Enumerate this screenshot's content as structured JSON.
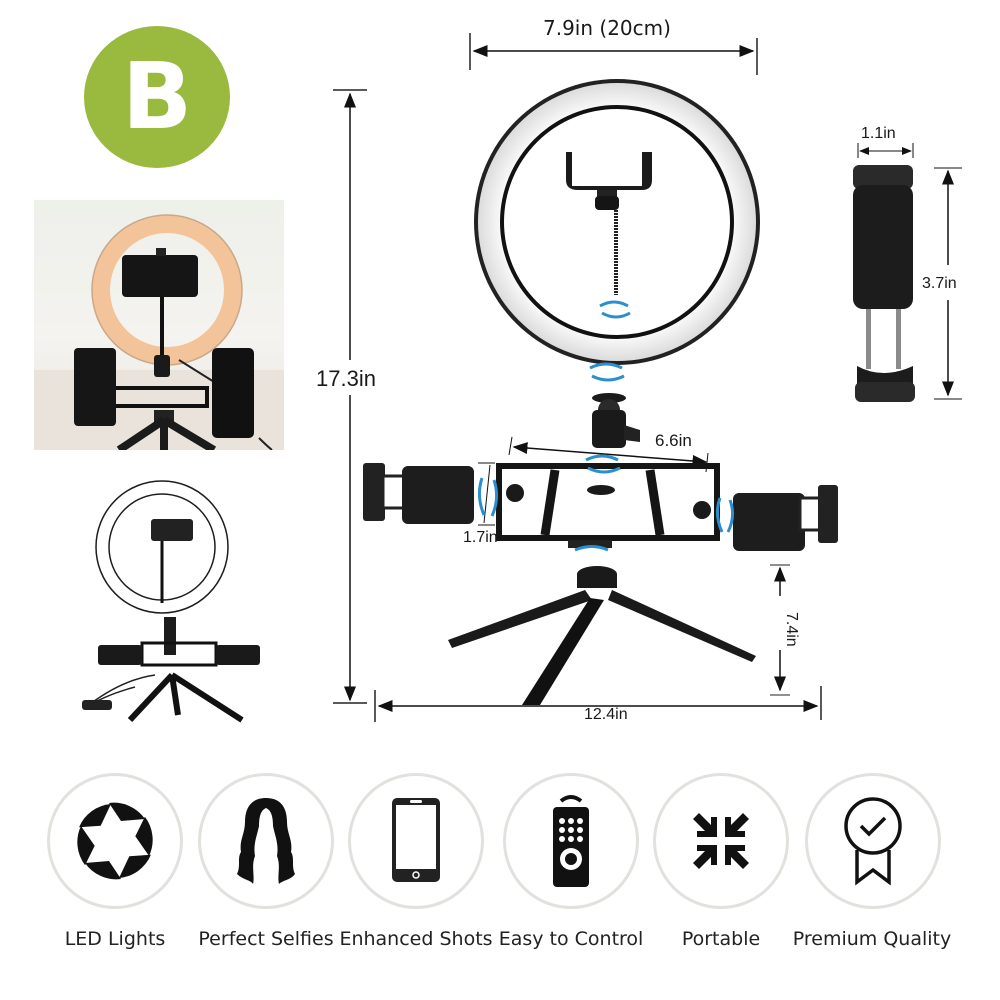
{
  "badge": {
    "letter": "B",
    "color": "#9ab93f"
  },
  "dimensions": {
    "ring_diameter": "7.9in (20cm)",
    "total_height": "17.3in",
    "clip_width": "1.1in",
    "clip_height": "3.7in",
    "bracket_width": "6.6in",
    "bracket_height": "1.7in",
    "tripod_height": "7.4in",
    "base_width": "12.4in"
  },
  "colors": {
    "rotate_arrow": "#2a8fd0",
    "ring_glow_warm": "#f5c79a",
    "icon_circle_border": "#e2e1de"
  },
  "features": [
    {
      "icon": "camera-shutter-icon",
      "label": "LED Lights"
    },
    {
      "icon": "hair-silhouette-icon",
      "label": "Perfect Selfies"
    },
    {
      "icon": "smartphone-icon",
      "label": "Enhanced Shots"
    },
    {
      "icon": "remote-control-icon",
      "label": "Easy to Control"
    },
    {
      "icon": "compress-arrows-icon",
      "label": "Portable"
    },
    {
      "icon": "award-ribbon-icon",
      "label": "Premium Quality"
    }
  ]
}
